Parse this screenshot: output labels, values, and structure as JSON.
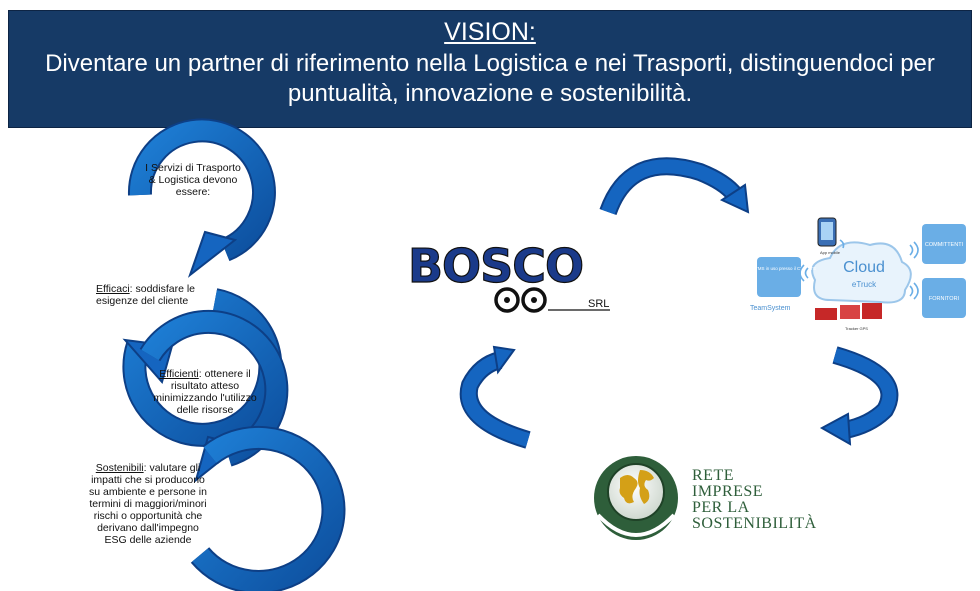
{
  "vision": {
    "title": "VISION:",
    "statement": "Diventare un partner di riferimento nella Logistica e nei Trasporti, distinguendoci per puntualità, innovazione e sostenibilità."
  },
  "steps": [
    {
      "label": "",
      "text": "I Servizi di Trasporto & Logistica devono essere:"
    },
    {
      "label": "Efficaci",
      "text": ": soddisfare le esigenze del cliente"
    },
    {
      "label": "Efficienti",
      "text": ": ottenere il risultato atteso minimizzando l'utilizzo delle risorse"
    },
    {
      "label": "Sostenibili",
      "text": ": valutare gli impatti che si producono su ambiente e persone in termini di maggiori/minori rischi o opportunità che derivano dall'impegno ESG delle aziende"
    }
  ],
  "bosco": {
    "name": "BOSCO",
    "suffix": "SRL"
  },
  "cloud": {
    "main": "Cloud",
    "sub": "eTruck",
    "erp": "ERP - TMS in uso presso il CLIENTE",
    "team": "TeamSystem",
    "committenti": "COMMITTENTI",
    "fornitori": "FORNITORI",
    "app": "App mobile",
    "tracker": "Tracker GPS"
  },
  "rete": {
    "line1": "RETE",
    "line2": "IMPRESE",
    "line3": "PER LA",
    "line4": "SOSTENIBILITÀ"
  },
  "colors": {
    "banner": "#163a66",
    "arrow": "#1565c0",
    "arrow_dark": "#0d3f86",
    "rete_green": "#2e5e3a",
    "cloud_blue": "#6aaee6"
  }
}
